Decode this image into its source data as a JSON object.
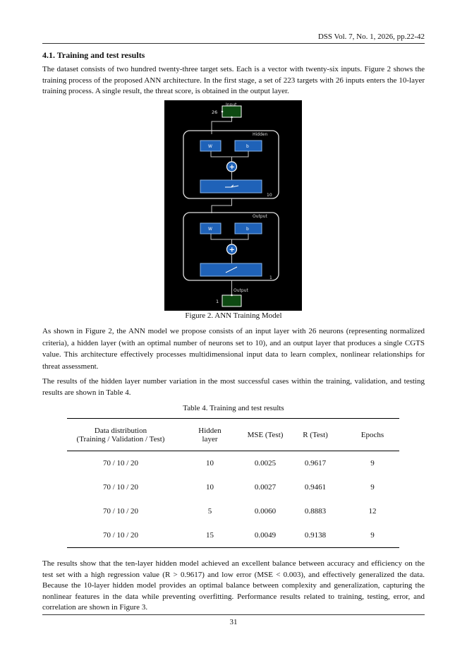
{
  "header": {
    "running_head": "DSS Vol. 7, No. 1, 2026, pp.22-42"
  },
  "section": {
    "title": "4.1.  Training and test results"
  },
  "paragraphs": {
    "p1": "The dataset consists of two hundred twenty-three target sets. Each is a vector with twenty-six inputs. Figure 2 shows the training process of the proposed ANN architecture. In the first stage, a set of 223 targets with 26 inputs enters the 10-layer training process. A single result, the threat score, is obtained in the output layer.",
    "p2": "As shown in Figure 2, the ANN model we propose consists of an input layer with 26 neurons (representing normalized criteria), a hidden layer (with an optimal number of neurons set to 10), and an output layer that produces a single CGTS value. This architecture effectively processes multidimensional input data to learn complex, nonlinear relationships for threat assessment.",
    "p3": "The results of the hidden layer number variation in the most successful cases within the training, validation, and testing results are shown in Table 4.",
    "p4": "The results show that the ten-layer hidden model achieved an excellent balance between accuracy and efficiency on the test set with a high regression value (R > 0.9617) and low error (MSE < 0.003), and effectively generalized the data. Because the 10-layer hidden model provides an optimal balance between complexity and generalization, capturing the nonlinear features in the data while preventing overfitting. Performance results related to training, testing, error, and correlation are shown in Figure 3."
  },
  "figure": {
    "caption": "Figure 2. ANN Training Model",
    "input_label": "Input",
    "input_size": "26",
    "hidden_label": "Hidden",
    "hidden_size": "10",
    "output_block_label": "Output",
    "output_block_size": "1",
    "output_label": "Output",
    "output_size": "1",
    "weight_label": "W",
    "bias_label": "b",
    "plus_symbol": "+",
    "colors": {
      "background": "#000000",
      "block": "#1f62b8",
      "block_border": "#8ab6ec",
      "node": "#0e4a12",
      "line": "#c8c8c8"
    }
  },
  "table": {
    "caption": "Table 4. Training and test results",
    "headers": [
      "Data distribution",
      "(Training / Validation / Test)",
      "Hidden",
      "layer",
      "MSE (Test)",
      "R (Test)",
      "Epochs"
    ],
    "rows": [
      [
        "70 / 10 / 20",
        "10",
        "0.0025",
        "0.9617",
        "9"
      ],
      [
        "70 / 10 / 20",
        "10",
        "0.0027",
        "0.9461",
        "9"
      ],
      [
        "70 / 10 / 20",
        "5",
        "0.0060",
        "0.8883",
        "12"
      ],
      [
        "70 / 10 / 20",
        "15",
        "0.0049",
        "0.9138",
        "9"
      ]
    ]
  },
  "footer": {
    "page_number": "31"
  }
}
